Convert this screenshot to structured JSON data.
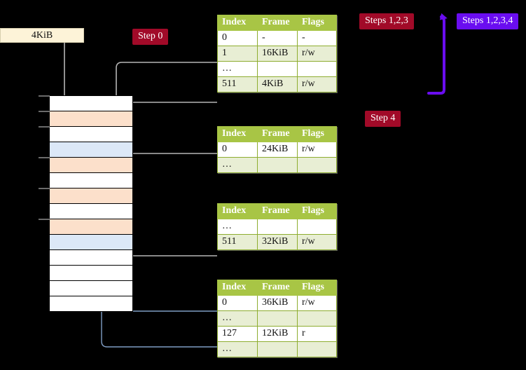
{
  "badges": {
    "step0": "Step 0",
    "steps123": "Steps 1,2,3",
    "steps1234": "Steps 1,2,3,4",
    "step4": "Step 4"
  },
  "colors": {
    "badge_red": "#a10a28",
    "badge_violet": "#6a0df0",
    "table_header": "#a8c545",
    "table_alt_row": "#e8eed4",
    "highlight": "#fbfaa8",
    "mem_orange": "#fce0cb",
    "mem_blue": "#dce8f7",
    "kib_box": "#fdf3d8",
    "wire_gray": "#b5b5b5",
    "wire_blue": "#7f9dc4",
    "background": "#000000"
  },
  "memory": {
    "size_label": "4KiB",
    "rows": [
      {
        "fill": "white",
        "tick": true
      },
      {
        "fill": "orange",
        "tick": true
      },
      {
        "fill": "white",
        "tick": true
      },
      {
        "fill": "blue",
        "tick": false
      },
      {
        "fill": "orange",
        "tick": true
      },
      {
        "fill": "white",
        "tick": false
      },
      {
        "fill": "orange",
        "tick": true
      },
      {
        "fill": "white",
        "tick": false
      },
      {
        "fill": "orange",
        "tick": true
      },
      {
        "fill": "blue",
        "tick": false
      },
      {
        "fill": "white",
        "tick": false
      },
      {
        "fill": "white",
        "tick": false
      },
      {
        "fill": "white",
        "tick": false
      },
      {
        "fill": "white",
        "tick": false
      }
    ]
  },
  "tables": [
    {
      "id": "table-0",
      "headers": [
        "Index",
        "Frame",
        "Flags"
      ],
      "rows": [
        {
          "style": "plain",
          "cells": [
            "0",
            "-",
            "-"
          ],
          "highlight": [
            false,
            false,
            false
          ]
        },
        {
          "style": "alt",
          "cells": [
            "1",
            "16KiB",
            "r/w"
          ],
          "highlight": [
            false,
            false,
            false
          ]
        },
        {
          "style": "plain",
          "cells": [
            "…",
            "",
            ""
          ],
          "highlight": [
            false,
            false,
            false
          ]
        },
        {
          "style": "alt",
          "cells": [
            "511",
            "4KiB",
            "r/w"
          ],
          "highlight": [
            true,
            true,
            true
          ]
        }
      ]
    },
    {
      "id": "table-1",
      "headers": [
        "Index",
        "Frame",
        "Flags"
      ],
      "rows": [
        {
          "style": "plain",
          "cells": [
            "0",
            "24KiB",
            "r/w"
          ],
          "highlight": [
            false,
            false,
            false
          ]
        },
        {
          "style": "alt",
          "cells": [
            "…",
            "",
            ""
          ],
          "highlight": [
            false,
            false,
            false
          ]
        }
      ]
    },
    {
      "id": "table-2",
      "headers": [
        "Index",
        "Frame",
        "Flags"
      ],
      "rows": [
        {
          "style": "plain",
          "cells": [
            "…",
            "",
            ""
          ],
          "highlight": [
            false,
            false,
            false
          ]
        },
        {
          "style": "alt",
          "cells": [
            "511",
            "32KiB",
            "r/w"
          ],
          "highlight": [
            false,
            false,
            false
          ]
        }
      ]
    },
    {
      "id": "table-3",
      "headers": [
        "Index",
        "Frame",
        "Flags"
      ],
      "rows": [
        {
          "style": "plain",
          "cells": [
            "0",
            "36KiB",
            "r/w"
          ],
          "highlight": [
            false,
            false,
            false
          ]
        },
        {
          "style": "alt",
          "cells": [
            "…",
            "",
            ""
          ],
          "highlight": [
            false,
            false,
            false
          ]
        },
        {
          "style": "plain",
          "cells": [
            "127",
            "12KiB",
            "r"
          ],
          "highlight": [
            false,
            false,
            false
          ]
        },
        {
          "style": "alt",
          "cells": [
            "…",
            "",
            ""
          ],
          "highlight": [
            false,
            false,
            false
          ]
        }
      ]
    }
  ]
}
